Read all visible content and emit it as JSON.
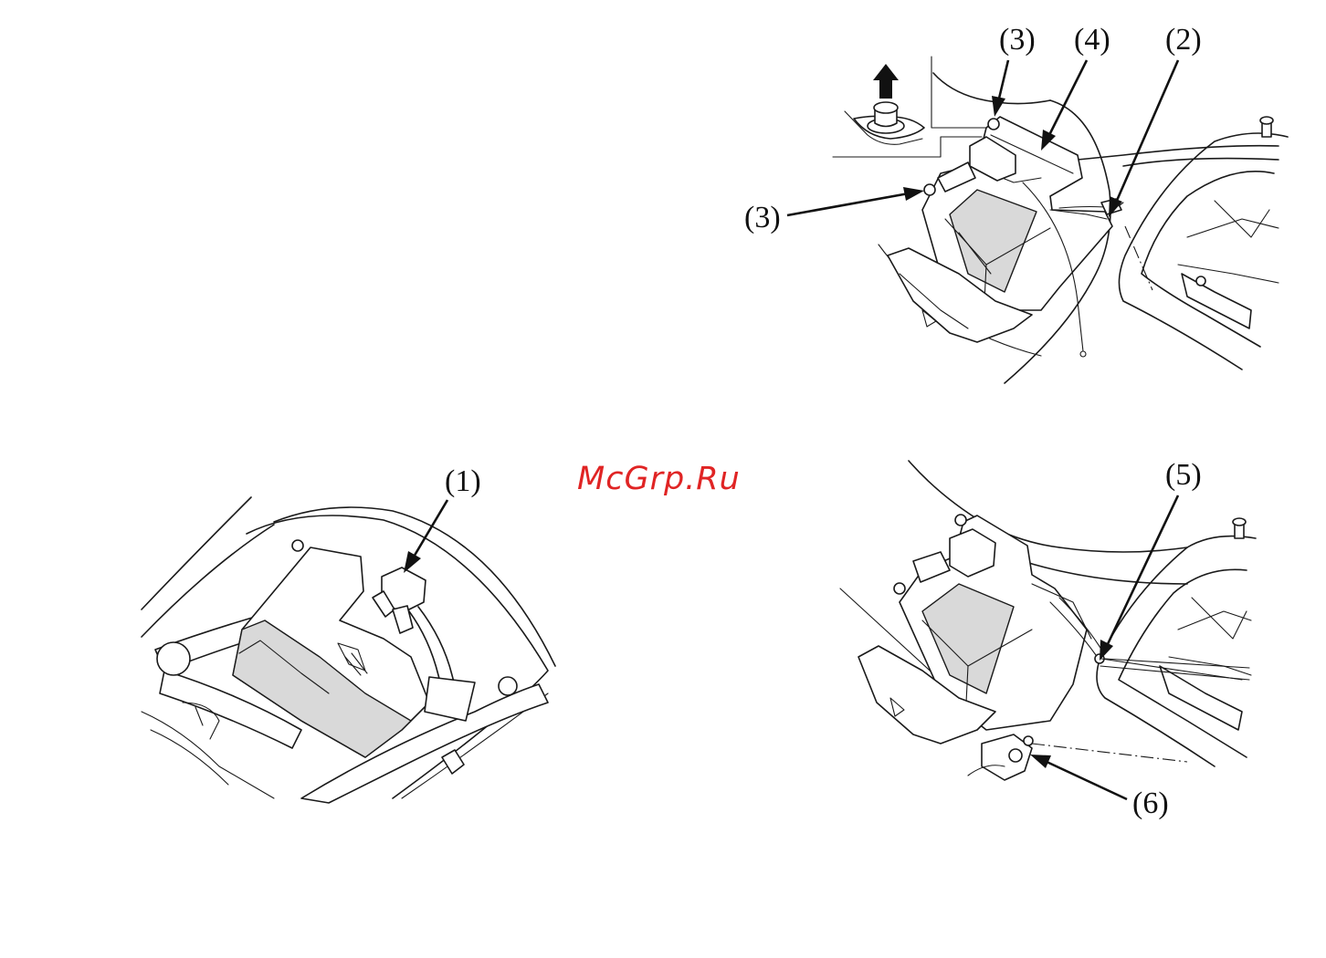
{
  "figure": {
    "callouts": {
      "c1": "(1)",
      "c2": "(2)",
      "c3a": "(3)",
      "c3b": "(3)",
      "c4": "(4)",
      "c5": "(5)",
      "c6": "(6)"
    },
    "watermark": "McGrp.Ru",
    "watermark_color": "#e02424",
    "icons": [
      "pull-up-arrow-icon",
      "push-rivet-icon"
    ]
  }
}
